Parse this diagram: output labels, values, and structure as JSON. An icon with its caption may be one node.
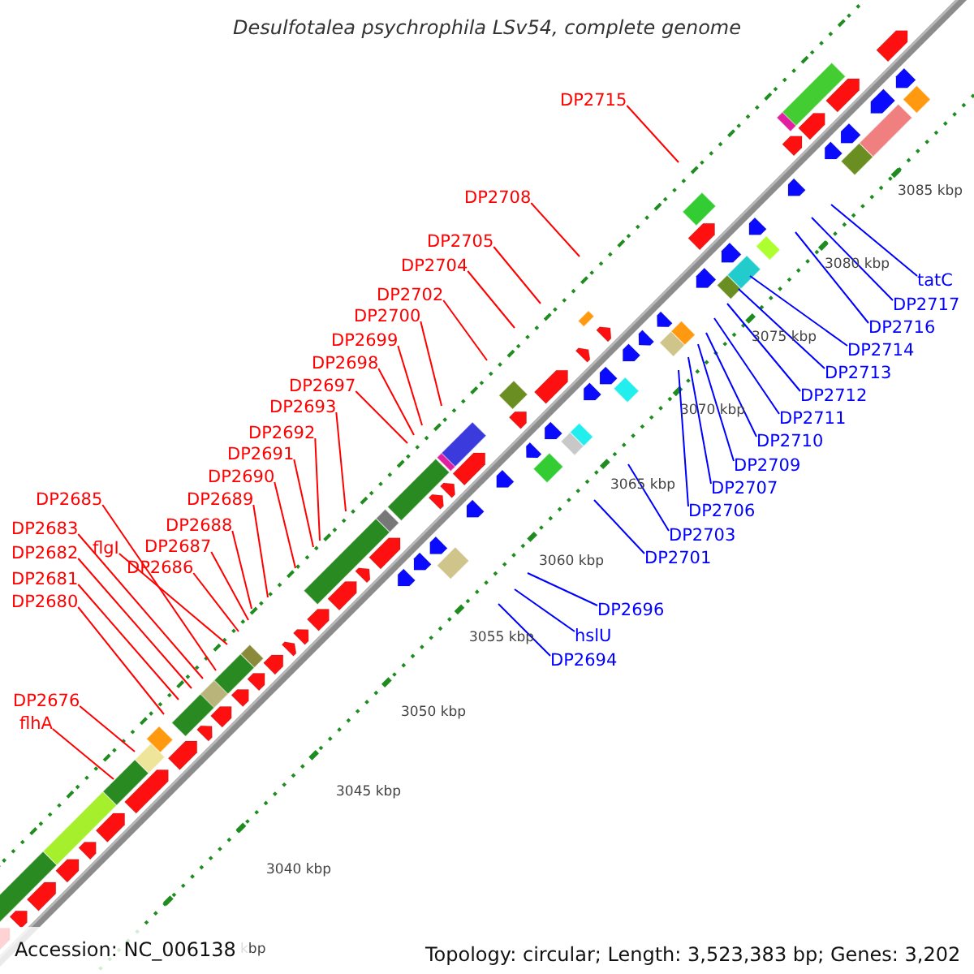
{
  "diagram": {
    "title": "Desulfotalea psychrophila LSv54, complete genome",
    "nodes": [
      {
        "text": [
          "DP2715"
        ]
      },
      {
        "text": [
          "DP2708"
        ]
      },
      {
        "text": [
          "DP2705"
        ]
      },
      {
        "text": [
          "DP2704"
        ]
      },
      {
        "text": [
          "DP2702"
        ]
      },
      {
        "text": [
          "DP2700"
        ]
      },
      {
        "text": [
          "DP2699"
        ]
      },
      {
        "text": [
          "DP2698"
        ]
      },
      {
        "text": [
          "DP2697"
        ]
      },
      {
        "text": [
          "DP2693"
        ]
      },
      {
        "text": [
          "DP2692"
        ]
      },
      {
        "text": [
          "DP2691"
        ]
      },
      {
        "text": [
          "DP2690"
        ]
      },
      {
        "text": [
          "DP2689"
        ]
      },
      {
        "text": [
          "DP2688"
        ]
      },
      {
        "text": [
          "DP2687"
        ]
      },
      {
        "text": [
          "DP2686"
        ]
      },
      {
        "text": [
          "flgI"
        ]
      },
      {
        "text": [
          "DP2685"
        ]
      },
      {
        "text": [
          "DP2683"
        ]
      },
      {
        "text": [
          "DP2682"
        ]
      },
      {
        "text": [
          "DP2681"
        ]
      },
      {
        "text": [
          "DP2680"
        ]
      },
      {
        "text": [
          "DP2676"
        ]
      },
      {
        "text": [
          "flhA"
        ]
      },
      {
        "text": [
          "tatC"
        ]
      },
      {
        "text": [
          "DP2717"
        ]
      },
      {
        "text": [
          "DP2716"
        ]
      },
      {
        "text": [
          "DP2714"
        ]
      },
      {
        "text": [
          "DP2713"
        ]
      },
      {
        "text": [
          "DP2712"
        ]
      },
      {
        "text": [
          "DP2711"
        ]
      },
      {
        "text": [
          "DP2710"
        ]
      },
      {
        "text": [
          "DP2709"
        ]
      },
      {
        "text": [
          "DP2707"
        ]
      },
      {
        "text": [
          "DP2706"
        ]
      },
      {
        "text": [
          "DP2703"
        ]
      },
      {
        "text": [
          "DP2701"
        ]
      },
      {
        "text": [
          "DP2696"
        ]
      },
      {
        "text": [
          "hslU"
        ]
      },
      {
        "text": [
          "DP2694"
        ]
      }
    ],
    "edges": [
      {
        "from": 0,
        "to": null,
        "arrow": "none",
        "color": "#ff0000"
      },
      {
        "from": 1,
        "to": null,
        "arrow": "none",
        "color": "#ff0000"
      },
      {
        "from": 2,
        "to": null,
        "arrow": "none",
        "color": "#ff0000"
      },
      {
        "from": 3,
        "to": null,
        "arrow": "none",
        "color": "#ff0000"
      },
      {
        "from": 4,
        "to": null,
        "arrow": "none",
        "color": "#ff0000"
      },
      {
        "from": 5,
        "to": null,
        "arrow": "none",
        "color": "#ff0000"
      },
      {
        "from": 6,
        "to": null,
        "arrow": "none",
        "color": "#ff0000"
      },
      {
        "from": 7,
        "to": null,
        "arrow": "none",
        "color": "#ff0000"
      },
      {
        "from": 8,
        "to": null,
        "arrow": "none",
        "color": "#ff0000"
      },
      {
        "from": 9,
        "to": null,
        "arrow": "none",
        "color": "#ff0000"
      },
      {
        "from": 10,
        "to": null,
        "arrow": "none",
        "color": "#ff0000"
      },
      {
        "from": 11,
        "to": null,
        "arrow": "none",
        "color": "#ff0000"
      },
      {
        "from": 12,
        "to": null,
        "arrow": "none",
        "color": "#ff0000"
      },
      {
        "from": 13,
        "to": null,
        "arrow": "none",
        "color": "#ff0000"
      },
      {
        "from": 14,
        "to": null,
        "arrow": "none",
        "color": "#ff0000"
      },
      {
        "from": 15,
        "to": null,
        "arrow": "none",
        "color": "#ff0000"
      },
      {
        "from": 16,
        "to": null,
        "arrow": "none",
        "color": "#ff0000"
      },
      {
        "from": 17,
        "to": null,
        "arrow": "none",
        "color": "#ff0000"
      },
      {
        "from": 18,
        "to": null,
        "arrow": "none",
        "color": "#ff0000"
      },
      {
        "from": 19,
        "to": null,
        "arrow": "none",
        "color": "#ff0000"
      },
      {
        "from": 20,
        "to": null,
        "arrow": "none",
        "color": "#ff0000"
      },
      {
        "from": 21,
        "to": null,
        "arrow": "none",
        "color": "#ff0000"
      },
      {
        "from": 22,
        "to": null,
        "arrow": "none",
        "color": "#ff0000"
      },
      {
        "from": 23,
        "to": null,
        "arrow": "none",
        "color": "#ff0000"
      },
      {
        "from": 24,
        "to": null,
        "arrow": "none",
        "color": "#ff0000"
      },
      {
        "from": 25,
        "to": null,
        "arrow": "none",
        "color": "#0000ff"
      },
      {
        "from": 26,
        "to": null,
        "arrow": "none",
        "color": "#0000ff"
      },
      {
        "from": 27,
        "to": null,
        "arrow": "none",
        "color": "#0000ff"
      },
      {
        "from": 28,
        "to": null,
        "arrow": "none",
        "color": "#0000ff"
      },
      {
        "from": 29,
        "to": null,
        "arrow": "none",
        "color": "#0000ff"
      },
      {
        "from": 30,
        "to": null,
        "arrow": "none",
        "color": "#0000ff"
      },
      {
        "from": 31,
        "to": null,
        "arrow": "none",
        "color": "#0000ff"
      },
      {
        "from": 32,
        "to": null,
        "arrow": "none",
        "color": "#0000ff"
      },
      {
        "from": 33,
        "to": null,
        "arrow": "none",
        "color": "#0000ff"
      },
      {
        "from": 34,
        "to": null,
        "arrow": "none",
        "color": "#0000ff"
      },
      {
        "from": 35,
        "to": null,
        "arrow": "none",
        "color": "#0000ff"
      },
      {
        "from": 36,
        "to": null,
        "arrow": "none",
        "color": "#0000ff"
      },
      {
        "from": 37,
        "to": null,
        "arrow": "none",
        "color": "#0000ff"
      },
      {
        "from": 38,
        "to": null,
        "arrow": "none",
        "color": "#0000ff"
      },
      {
        "from": 39,
        "to": null,
        "arrow": "none",
        "color": "#0000ff"
      },
      {
        "from": 40,
        "to": null,
        "arrow": "none",
        "color": "#0000ff"
      }
    ],
    "labels": [
      "3085 kbp",
      "3080 kbp",
      "3075 kbp",
      "3070 kbp",
      "3065 kbp",
      "3060 kbp",
      "3055 kbp",
      "3050 kbp",
      "3045 kbp",
      "3040 kbp",
      "kbp",
      "Accession: NC_006138",
      "Topology: circular; Length: 3,523,383 bp; Genes: 3,202"
    ]
  }
}
